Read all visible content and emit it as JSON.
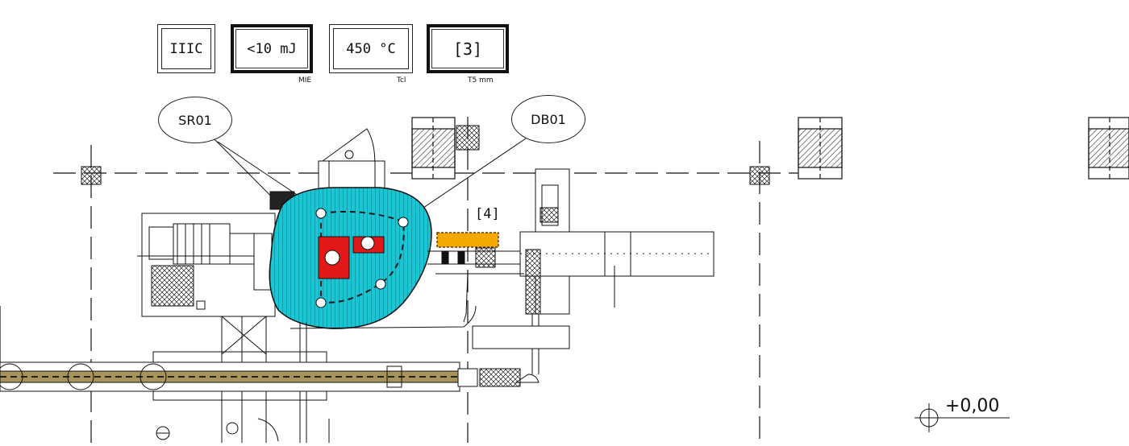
{
  "header_boxes": [
    {
      "value": "IIIC",
      "caption": ""
    },
    {
      "value": "<10 mJ",
      "caption": "MIE"
    },
    {
      "value": "450 °C",
      "caption": "Tcl"
    },
    {
      "value": "[3]",
      "caption": "T5 mm"
    }
  ],
  "callouts": {
    "left": "SR01",
    "right": "DB01"
  },
  "zone_marker": "[4]",
  "level_marker": "+0,00",
  "colors": {
    "zone_cyan": "#19c6d4",
    "hazard_red": "#e01818",
    "hazard_orange": "#f5a800",
    "conveyor_tan": "#a8935a",
    "line": "#111111"
  }
}
